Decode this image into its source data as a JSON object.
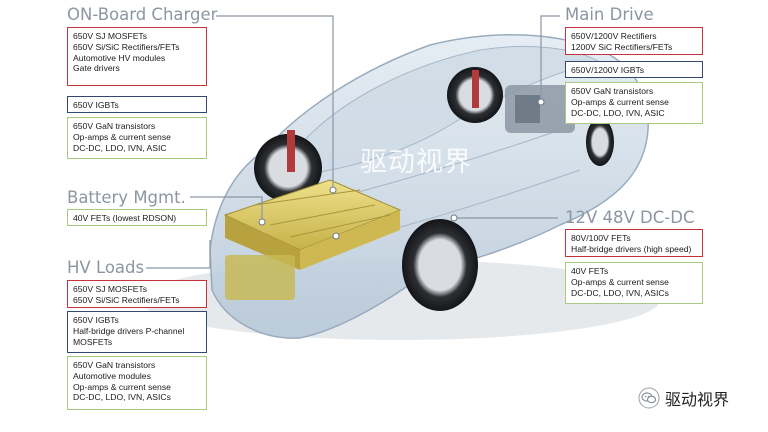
{
  "sections": {
    "onboard_charger": {
      "title": "ON-Board Charger",
      "boxes": [
        [
          "650V SJ MOSFETs",
          "650V Si/SiC Rectifiers/FETs",
          "Automotive HV modules",
          "Gate drivers"
        ],
        [
          "650V IGBTs"
        ],
        [
          "650V GaN transistors",
          "Op-amps & current sense",
          "DC-DC, LDO, IVN, ASIC"
        ]
      ]
    },
    "battery_mgmt": {
      "title": "Battery Mgmt.",
      "boxes": [
        [
          "40V FETs (lowest RDSON)"
        ]
      ]
    },
    "hv_loads": {
      "title": "HV Loads",
      "boxes": [
        [
          "650V SJ MOSFETs",
          "650V Si/SiC Rectifiers/FETs"
        ],
        [
          "650V IGBTs",
          "Half-bridge drivers P-channel",
          "MOSFETs"
        ],
        [
          "650V GaN transistors",
          "Automotive modules",
          "Op-amps & current sense",
          "DC-DC, LDO, IVN, ASICs"
        ]
      ]
    },
    "main_drive": {
      "title": "Main Drive",
      "boxes": [
        [
          "650V/1200V Rectifiers",
          "1200V SiC Rectifiers/FETs"
        ],
        [
          "650V/1200V IGBTs"
        ],
        [
          "650V GaN transistors",
          "Op-amps & current sense",
          "DC-DC, LDO, IVN, ASIC"
        ]
      ]
    },
    "dcdc": {
      "title": "12V 48V DC-DC",
      "boxes": [
        [
          "80V/100V FETs",
          "Half-bridge drivers (high speed)"
        ],
        [
          "40V FETs",
          "Op-amps & current sense",
          "DC-DC, LDO, IVN, ASICs"
        ]
      ]
    }
  },
  "watermark": "驱动视界",
  "brand": {
    "text": "驱动视界",
    "icon": "wechat-icon"
  },
  "colors": {
    "red": "#c8323c",
    "navy": "#34486e",
    "green": "#a9c97e",
    "title": "#8c96a3"
  }
}
